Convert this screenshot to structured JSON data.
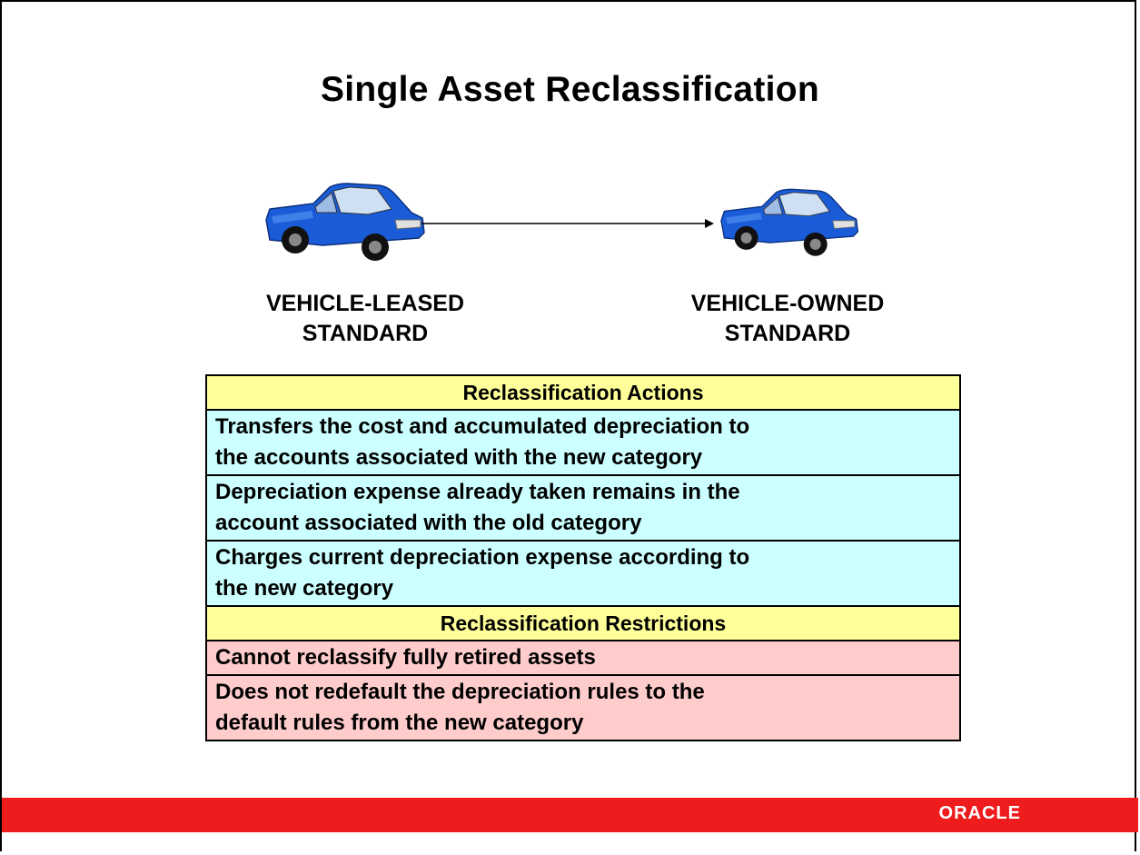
{
  "title": "Single Asset Reclassification",
  "categories": {
    "from": {
      "line1": "VEHICLE-LEASED",
      "line2": "STANDARD"
    },
    "to": {
      "line1": "VEHICLE-OWNED",
      "line2": "STANDARD"
    }
  },
  "table": {
    "actions_header": "Reclassification Actions",
    "actions": [
      {
        "line1": "Transfers the cost and accumulated depreciation to",
        "line2": "the accounts associated with the new category"
      },
      {
        "line1": "Depreciation expense already taken remains in the",
        "line2": "account associated with the old category"
      },
      {
        "line1": "Charges current depreciation expense according to",
        "line2": "the new category"
      }
    ],
    "restrictions_header": "Reclassification Restrictions",
    "restrictions": [
      {
        "line1": "Cannot reclassify fully retired assets"
      },
      {
        "line1": "Does not redefault the depreciation rules to the",
        "line2": "default rules from the new category"
      }
    ]
  },
  "footer": {
    "logo": "ORACLE"
  },
  "colors": {
    "header_fill": "#ffff99",
    "action_fill": "#ccffff",
    "restriction_fill": "#ffcccc",
    "footer_bar": "#ee1c1c",
    "car_body": "#1a5cd8"
  },
  "icons": {
    "car": "blue-sedan-icon",
    "arrow": "right-arrow-icon"
  }
}
